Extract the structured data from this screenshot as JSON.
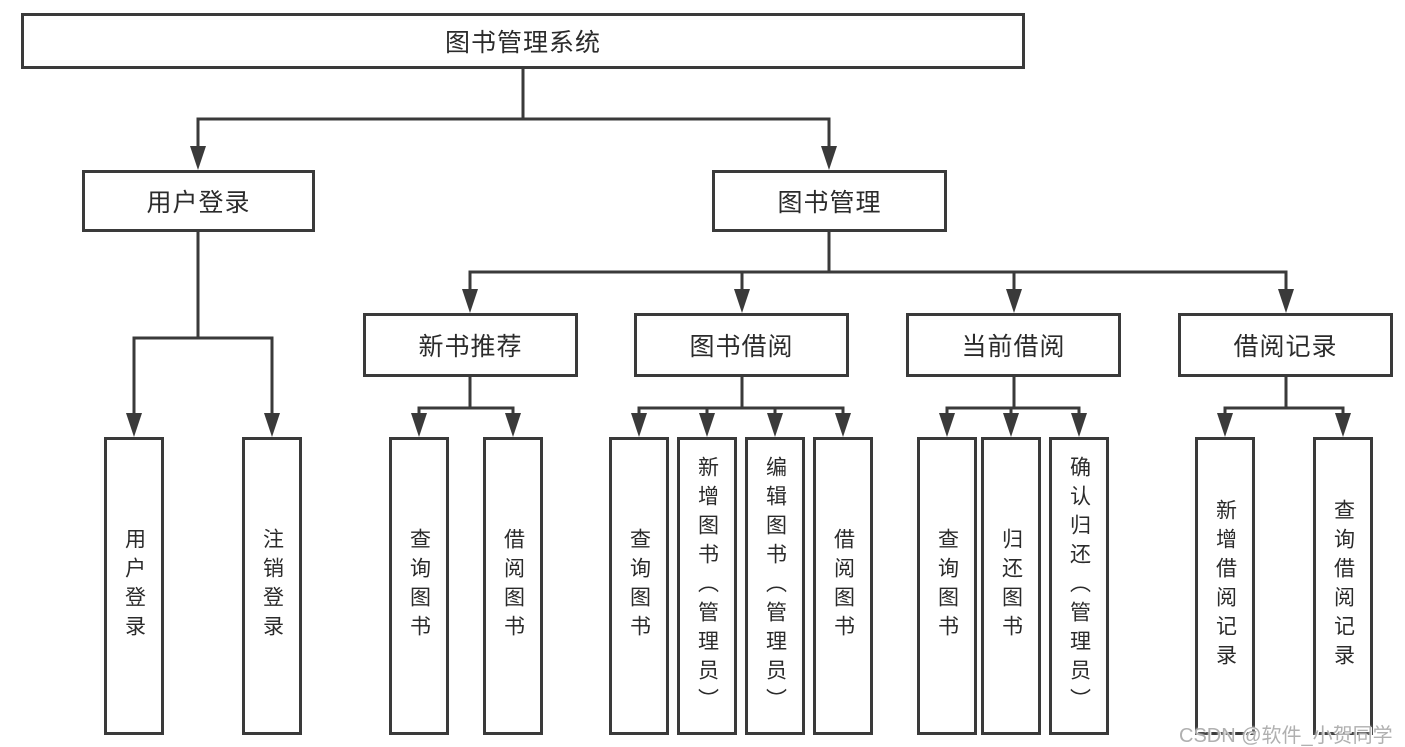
{
  "diagram_type": "hierarchy-tree",
  "tree": {
    "label": "图书管理系统",
    "children": [
      {
        "label": "用户登录",
        "children": [
          {
            "label": "用户登录"
          },
          {
            "label": "注销登录"
          }
        ]
      },
      {
        "label": "图书管理",
        "children": [
          {
            "label": "新书推荐",
            "children": [
              {
                "label": "查询图书"
              },
              {
                "label": "借阅图书"
              }
            ]
          },
          {
            "label": "图书借阅",
            "children": [
              {
                "label": "查询图书"
              },
              {
                "label": "新增图书（管理员）"
              },
              {
                "label": "编辑图书（管理员）"
              },
              {
                "label": "借阅图书"
              }
            ]
          },
          {
            "label": "当前借阅",
            "children": [
              {
                "label": "查询图书"
              },
              {
                "label": "归还图书"
              },
              {
                "label": "确认归还（管理员）"
              }
            ]
          },
          {
            "label": "借阅记录",
            "children": [
              {
                "label": "新增借阅记录"
              },
              {
                "label": "查询借阅记录"
              }
            ]
          }
        ]
      }
    ]
  },
  "watermark": {
    "text": "CSDN @软件_小贺同学"
  },
  "colors": {
    "line": "#3a3a3a",
    "border": "#3a3a3a",
    "text": "#2b2b2b",
    "watermark_color": "#b0b0b0",
    "background": "#ffffff"
  }
}
